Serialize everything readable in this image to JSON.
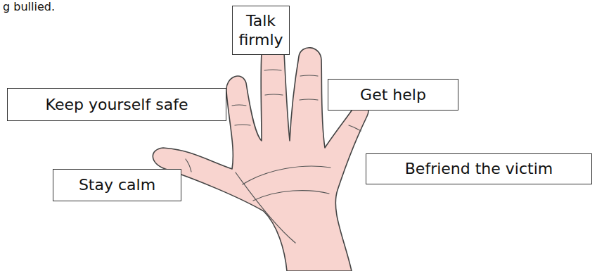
{
  "diagram": {
    "nodes": [
      {
        "text": [
          "Talk firmly"
        ]
      },
      {
        "text": [
          "Keep yourself safe"
        ]
      },
      {
        "text": [
          "Get help"
        ]
      },
      {
        "text": [
          "Befriend the victim"
        ]
      },
      {
        "text": [
          "Stay calm"
        ]
      }
    ],
    "labels": [
      "g bullied."
    ]
  }
}
